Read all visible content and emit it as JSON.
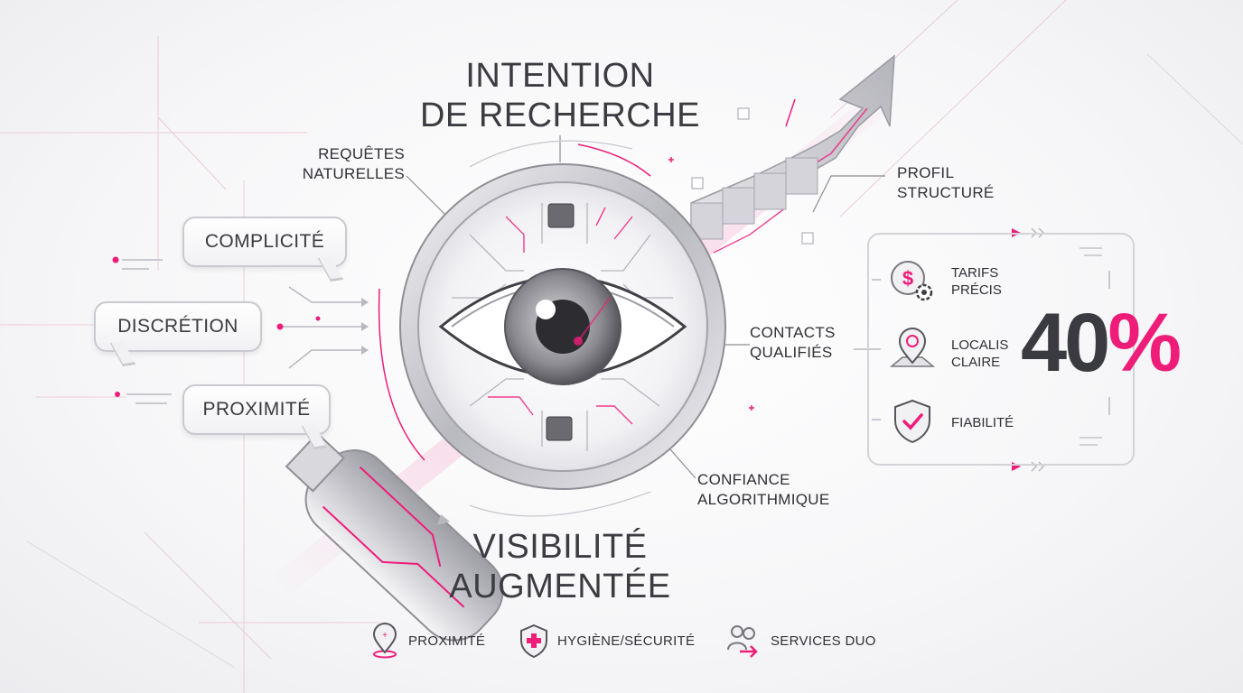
{
  "title_top": "INTENTION\nDE RECHERCHE",
  "title_bottom": "VISIBILITÉ\nAUGMENTÉE",
  "labels": {
    "requetes": "REQUÊTES\nNATURELLES",
    "profil": "PROFIL\nSTRUCTURÉ",
    "contacts": "CONTACTS\nQUALIFIÉS",
    "confiance": "CONFIANCE\nALGORITHMIQUE"
  },
  "bubbles": [
    "COMPLICITÉ",
    "DISCRÉTION",
    "PROXIMITÉ"
  ],
  "panel": {
    "features": [
      {
        "icon": "dollar-gear-icon",
        "label": "TARIFS\nPRÉCIS"
      },
      {
        "icon": "map-pin-icon",
        "label": "LOCALIS\nCLAIRE"
      },
      {
        "icon": "shield-check-icon",
        "label": "FIABILITÉ"
      }
    ],
    "stat_number": "40",
    "stat_unit": "%"
  },
  "legend": [
    {
      "icon": "location-pin-icon",
      "label": "PROXIMITÉ"
    },
    {
      "icon": "shield-cross-icon",
      "label": "HYGIÈNE/SÉCURITÉ"
    },
    {
      "icon": "users-icon",
      "label": "SERVICES DUO"
    }
  ],
  "colors": {
    "accent": "#ee1d7a",
    "text": "#3a3b40",
    "line": "#c9c9cf"
  }
}
